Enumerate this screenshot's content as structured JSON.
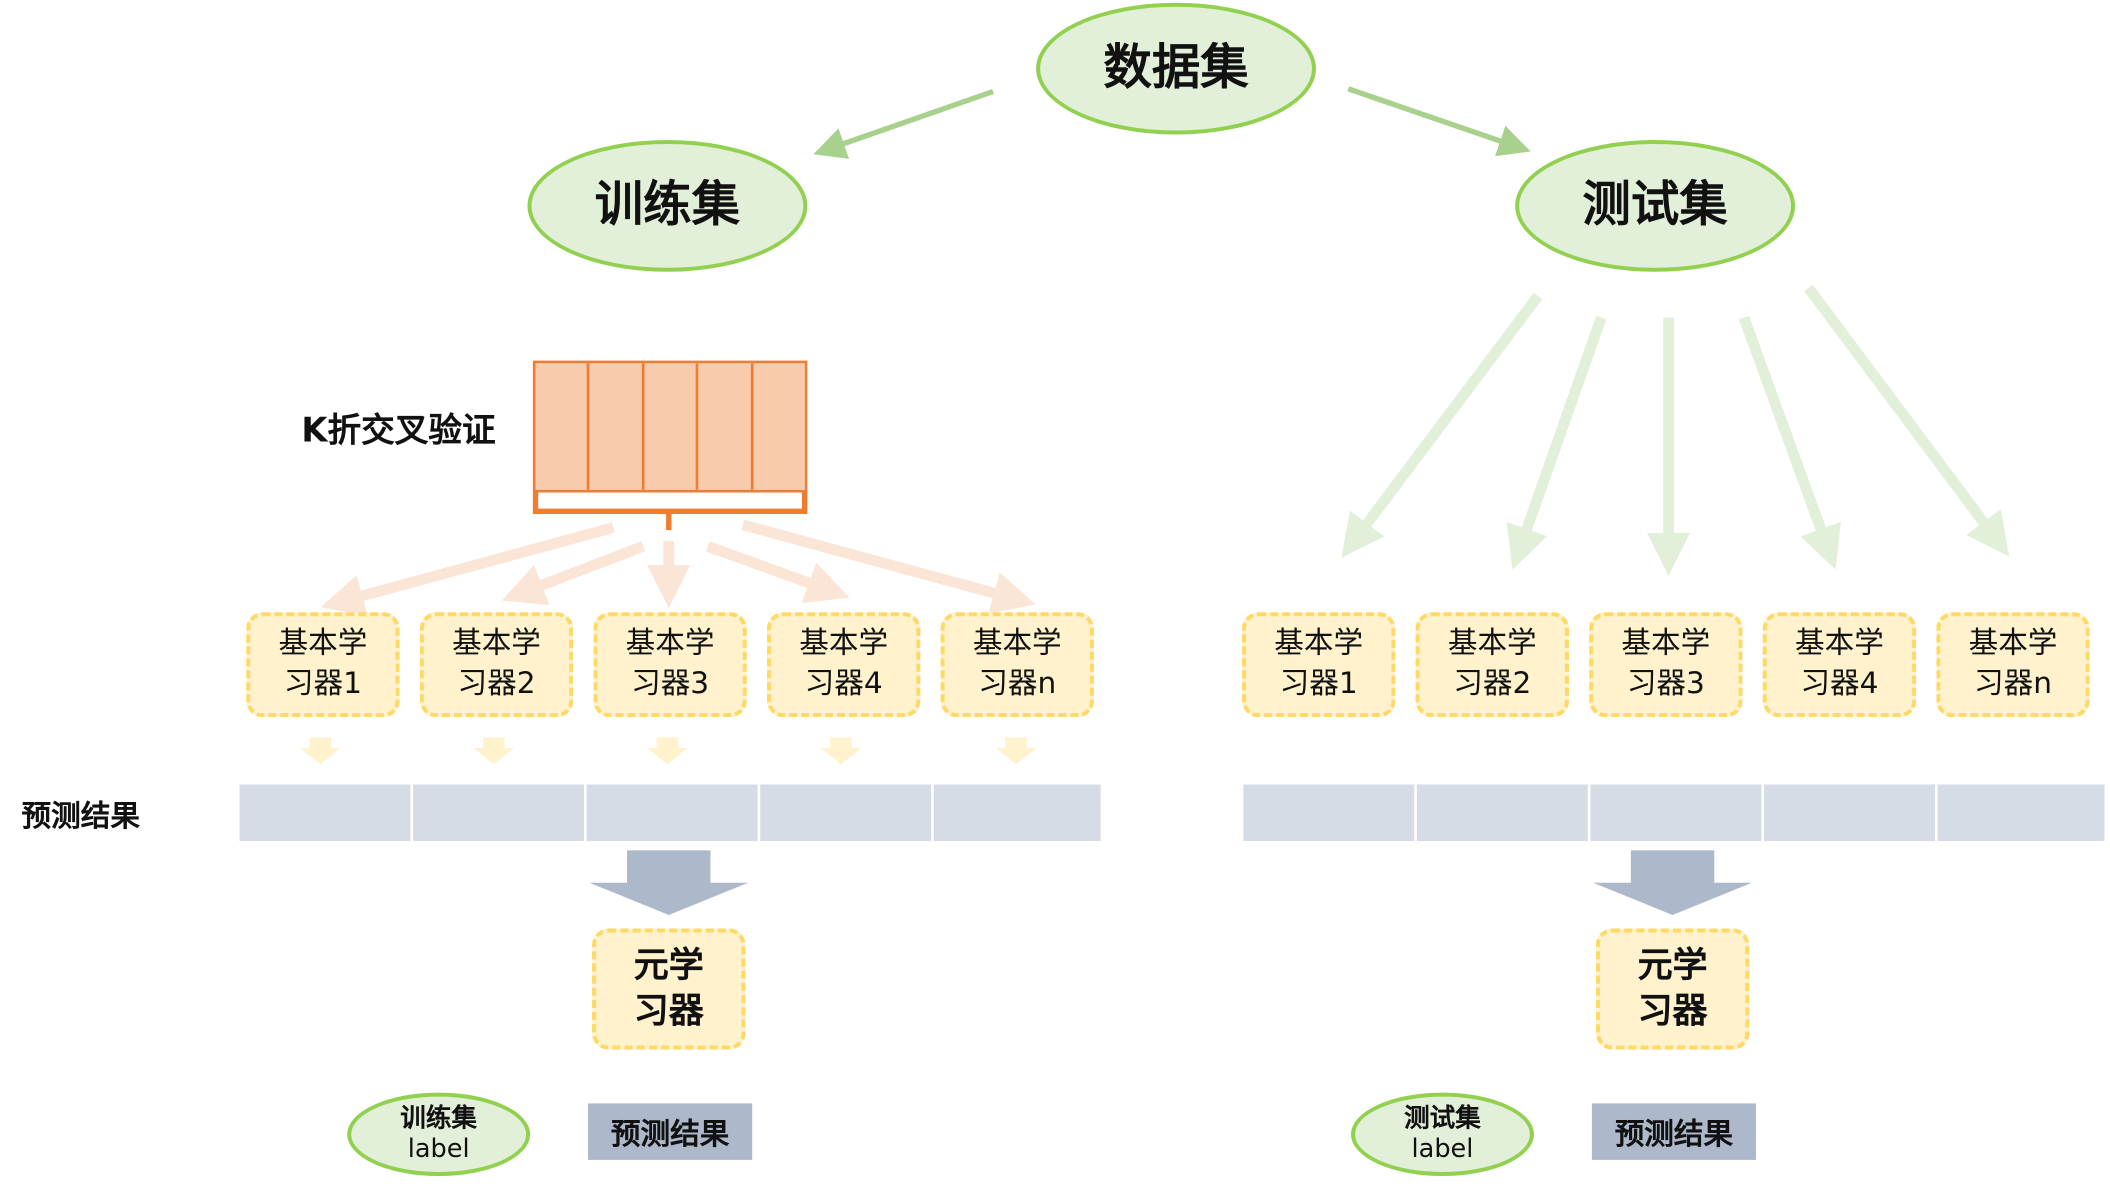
{
  "nodes": {
    "dataset": "数据集",
    "train_set": "训练集",
    "test_set": "测试集"
  },
  "kfold_label": "K折交叉验证",
  "kfold_folds": 5,
  "prediction_label": "预测结果",
  "train_learners": [
    {
      "line1": "基本学",
      "line2": "习器1"
    },
    {
      "line1": "基本学",
      "line2": "习器2"
    },
    {
      "line1": "基本学",
      "line2": "习器3"
    },
    {
      "line1": "基本学",
      "line2": "习器4"
    },
    {
      "line1": "基本学",
      "line2": "习器n"
    }
  ],
  "test_learners": [
    {
      "line1": "基本学",
      "line2": "习器1"
    },
    {
      "line1": "基本学",
      "line2": "习器2"
    },
    {
      "line1": "基本学",
      "line2": "习器3"
    },
    {
      "line1": "基本学",
      "line2": "习器4"
    },
    {
      "line1": "基本学",
      "line2": "习器n"
    }
  ],
  "meta_learner": {
    "line1": "元学",
    "line2": "习器"
  },
  "train_label": {
    "line1": "训练集",
    "line2": "label"
  },
  "test_label": {
    "line1": "测试集",
    "line2": "label"
  },
  "result_box": "预测结果",
  "colors": {
    "ellipse_fill": "#e2efd9",
    "ellipse_border": "#92d050",
    "learner_fill": "#fff2cc",
    "learner_border": "#ffd966",
    "fold_fill": "#f8cbad",
    "fold_border": "#ed7d31",
    "prediction_cell": "#d6dce5",
    "result_fill": "#adb9ca"
  }
}
